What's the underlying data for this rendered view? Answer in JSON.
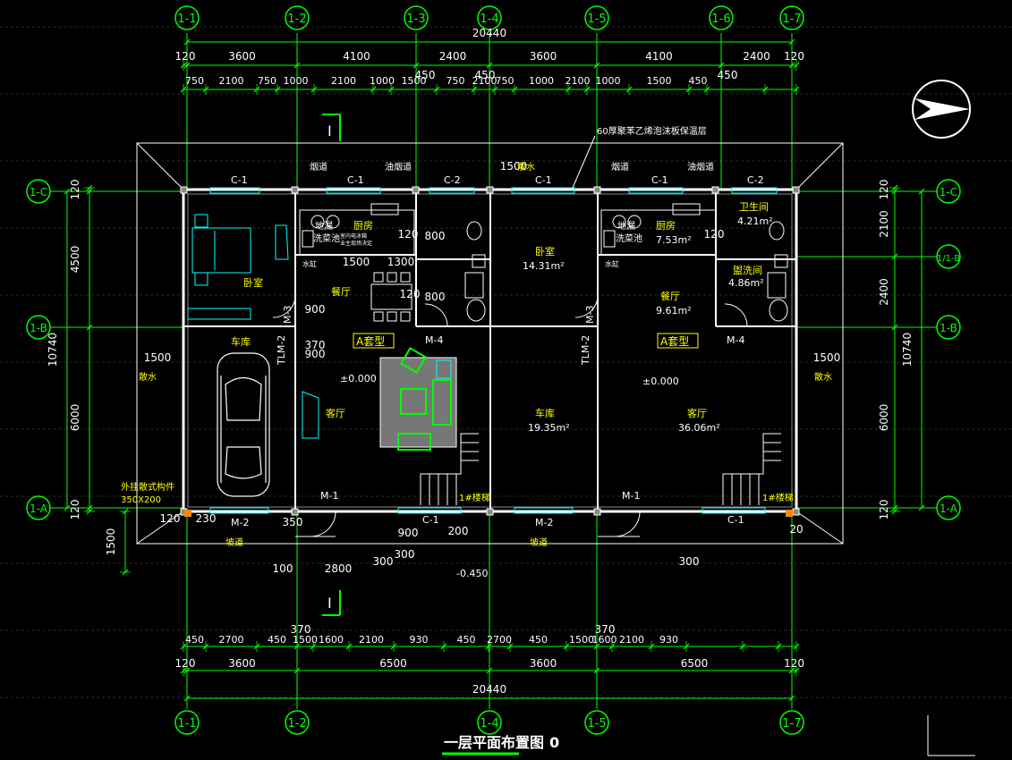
{
  "title": "一层平面布置图",
  "title_suffix": "0",
  "colors": {
    "background": "#000000",
    "axis": "#00ff00",
    "dimension": "#ffffff",
    "wall": "#ffffff",
    "label": "#ffff00",
    "window": "#00ffff",
    "furniture": "#00ffff",
    "highlight": "#00ff00",
    "accent": "#ff8800",
    "grid": "#555555"
  },
  "grid_top": [
    "1-1",
    "1-2",
    "1-3",
    "1-4",
    "1-5",
    "1-6",
    "1-7"
  ],
  "grid_bottom": [
    "1-1",
    "1-2",
    "1-4",
    "1-5",
    "1-7"
  ],
  "grid_left": [
    "1-C",
    "1-B",
    "1-A"
  ],
  "grid_right": [
    "1-C",
    "1/1-B",
    "1-B",
    "1-A"
  ],
  "dims": {
    "top_total": "20440",
    "top_row1": [
      "120",
      "3600",
      "4100",
      "2400",
      "3600",
      "4100",
      "2400",
      "120"
    ],
    "top_row2": [
      "750",
      "2100",
      "750",
      "1000",
      "2100",
      "1000",
      "1500",
      "750",
      "2100",
      "750",
      "1000",
      "2100",
      "1000",
      "1500",
      "450"
    ],
    "top_450": [
      "450",
      "450",
      "450"
    ],
    "bottom_row1": [
      "450",
      "2700",
      "450",
      "1500",
      "1600",
      "2100",
      "930",
      "450",
      "2700",
      "450",
      "1500",
      "1600",
      "2100",
      "930"
    ],
    "bottom_370": [
      "370",
      "370"
    ],
    "bottom_row2": [
      "120",
      "3600",
      "6500",
      "3600",
      "6500",
      "120"
    ],
    "bottom_total": "20440",
    "left": [
      "120",
      "4500",
      "6000",
      "120",
      "10740",
      "1500"
    ],
    "right": [
      "120",
      "2100",
      "2400",
      "6000",
      "120",
      "10740"
    ],
    "misc": [
      "1500",
      "1500",
      "1500",
      "800",
      "800",
      "120",
      "120",
      "120",
      "1500",
      "1300",
      "900",
      "370",
      "900",
      "100",
      "2800",
      "300",
      "300",
      "200",
      "350",
      "230",
      "120",
      "900",
      "300",
      "20"
    ]
  },
  "labels": {
    "insulation": "60厚聚苯乙烯泡沫板保温层",
    "chimney": "烟道",
    "oil_chimney": "油烟道",
    "window_c1": "C-1",
    "window_c2": "C-2",
    "drain_note": "散水",
    "bedroom": "卧室",
    "bedroom_area": "14.31m²",
    "kitchen": "厨房",
    "kitchen_area": "7.53m²",
    "dining": "餐厅",
    "dining_area": "9.61m²",
    "garage": "车库",
    "garage_area": "19.35m²",
    "living": "客厅",
    "living_area": "36.06m²",
    "toilet": "卫生间",
    "toilet_area": "4.21m²",
    "wash": "盥洗间",
    "wash_area": "4.86m²",
    "unit_a": "A套型",
    "elev_zero": "±0.000",
    "elev_neg": "-0.450",
    "door_m1": "M-1",
    "door_m2": "M-2",
    "door_m3": "M-3",
    "door_m4": "M-4",
    "door_tlm2": "TLM-2",
    "ramp": "坡道",
    "stair": "1#楼梯",
    "ext_member": "外挂散式构件",
    "ext_size": "350X200",
    "floor_drain": "地漏",
    "wash_basin": "洗菜池",
    "fridge_note": "室内电冰箱",
    "owner_note": "业主现场决定",
    "section_mark": "I",
    "water": "水缸"
  }
}
